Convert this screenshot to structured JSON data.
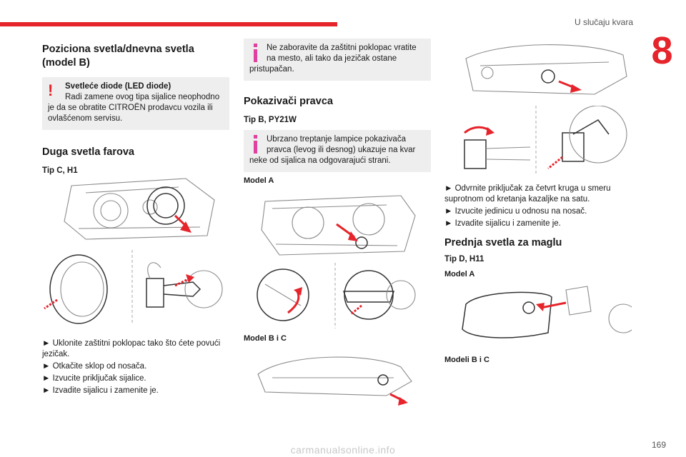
{
  "header": {
    "title": "U slučaju kvara",
    "chapter": "8",
    "page_number": "169"
  },
  "col1": {
    "heading": "Poziciona svetla/dnevna svetla (model B)",
    "warning_title": "Svetleće diode (LED diode)",
    "warning_text": "Radi zamene ovog tipa sijalice neophodno je da se obratite CITROËN prodavcu vozila ili ovlašćenom servisu.",
    "heading2": "Duga svetla farova",
    "type": "Tip C, H1",
    "steps": [
      "► Uklonite zaštitni poklopac tako što ćete povući jezičak.",
      "► Otkačite sklop od nosača.",
      "► Izvucite priključak sijalice.",
      "► Izvadite sijalicu i zamenite je."
    ]
  },
  "col2": {
    "info_text": "Ne zaboravite da zaštitni poklopac vratite na mesto, ali tako da jezičak ostane pristupačan.",
    "heading": "Pokazivači pravca",
    "type": "Tip B, PY21W",
    "info2_text": "Ubrzano treptanje lampice pokazivača pravca (levog ili desnog) ukazuje na kvar neke od sijalica na odgovarajući strani.",
    "model_a": "Model A",
    "model_bc": "Model B i C"
  },
  "col3": {
    "steps": [
      "► Odvrnite priključak za četvrt kruga u smeru suprotnom od kretanja kazaljke na satu.",
      "► Izvucite jedinicu u odnosu na nosač.",
      "► Izvadite sijalicu i zamenite je."
    ],
    "heading": "Prednja svetla za maglu",
    "type": "Tip D, H11",
    "model_a": "Model A",
    "model_bc": "Modeli B i C"
  },
  "watermark": "carmanualsonline.info",
  "colors": {
    "accent": "#e5242b",
    "info": "#e040a0",
    "note_bg": "#eeeeee"
  }
}
